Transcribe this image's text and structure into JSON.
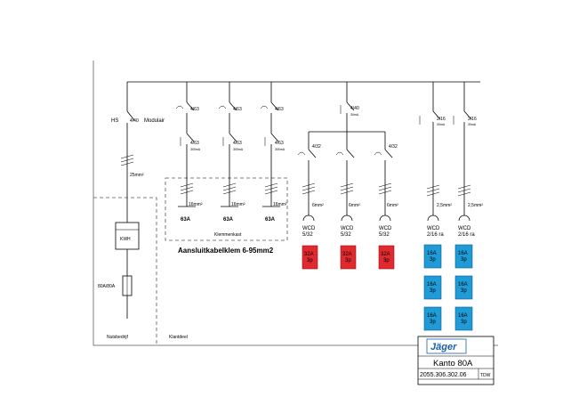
{
  "main_switch": {
    "label": "HS",
    "rating": "4/40",
    "type": "Modulair"
  },
  "main_cable": "25mm²",
  "meter": {
    "label": "KWH"
  },
  "fuse": {
    "label": "80A/80A"
  },
  "zones": {
    "utility": "Nutsbedrijf",
    "customer": "Klantdeel"
  },
  "clamp_box": {
    "label": "Klemmenkast"
  },
  "cable_clamp_note": "Aansluitkabelklem 6-95mm2",
  "three_phase_groups": [
    {
      "mcb": "4/63",
      "rcd": "4/63",
      "rcd_sens": "300mA",
      "cable": "16mm²",
      "rating": "63A"
    },
    {
      "mcb": "4/63",
      "rcd": "4/63",
      "rcd_sens": "300mA",
      "cable": "16mm²",
      "rating": "63A"
    },
    {
      "mcb": "4/63",
      "rcd": "4/63",
      "rcd_sens": "300mA",
      "cable": "16mm²",
      "rating": "63A"
    }
  ],
  "wcd_main": {
    "rcd": "4/40",
    "sens": "30mA"
  },
  "wcd_groups": [
    {
      "mcb": "4/32",
      "cable": "6mm²",
      "name": "WCD",
      "spec": "5/32",
      "socket": {
        "amp": "32A",
        "poles": "3p"
      }
    },
    {
      "mcb": "4/32",
      "cable": "6mm²",
      "name": "WCD",
      "spec": "5/32",
      "socket": {
        "amp": "32A",
        "poles": "3p"
      }
    },
    {
      "mcb": "4/32",
      "cable": "6mm²",
      "name": "WCD",
      "spec": "5/32",
      "socket": {
        "amp": "32A",
        "poles": "3p"
      }
    }
  ],
  "wcd16_groups": [
    {
      "rcd": "2/16",
      "sens": "30mA",
      "cable": "2,5mm²",
      "name": "WCD",
      "spec": "2/16 ra",
      "sockets": [
        {
          "amp": "16A",
          "poles": "3p"
        },
        {
          "amp": "16A",
          "poles": "3p"
        },
        {
          "amp": "16A",
          "poles": "3p"
        }
      ]
    },
    {
      "rcd": "2/16",
      "sens": "30mA",
      "cable": "2,5mm²",
      "name": "WCD",
      "spec": "2/16 ra",
      "sockets": [
        {
          "amp": "16A",
          "poles": "3p"
        },
        {
          "amp": "16A",
          "poles": "3p"
        },
        {
          "amp": "16A",
          "poles": "3p"
        }
      ]
    }
  ],
  "title_block": {
    "logo": "Jäger",
    "product": "Kanto 80A",
    "code": "2055.306.302.06",
    "rev": "TDW",
    "brand_color": "#1a5fa8"
  }
}
